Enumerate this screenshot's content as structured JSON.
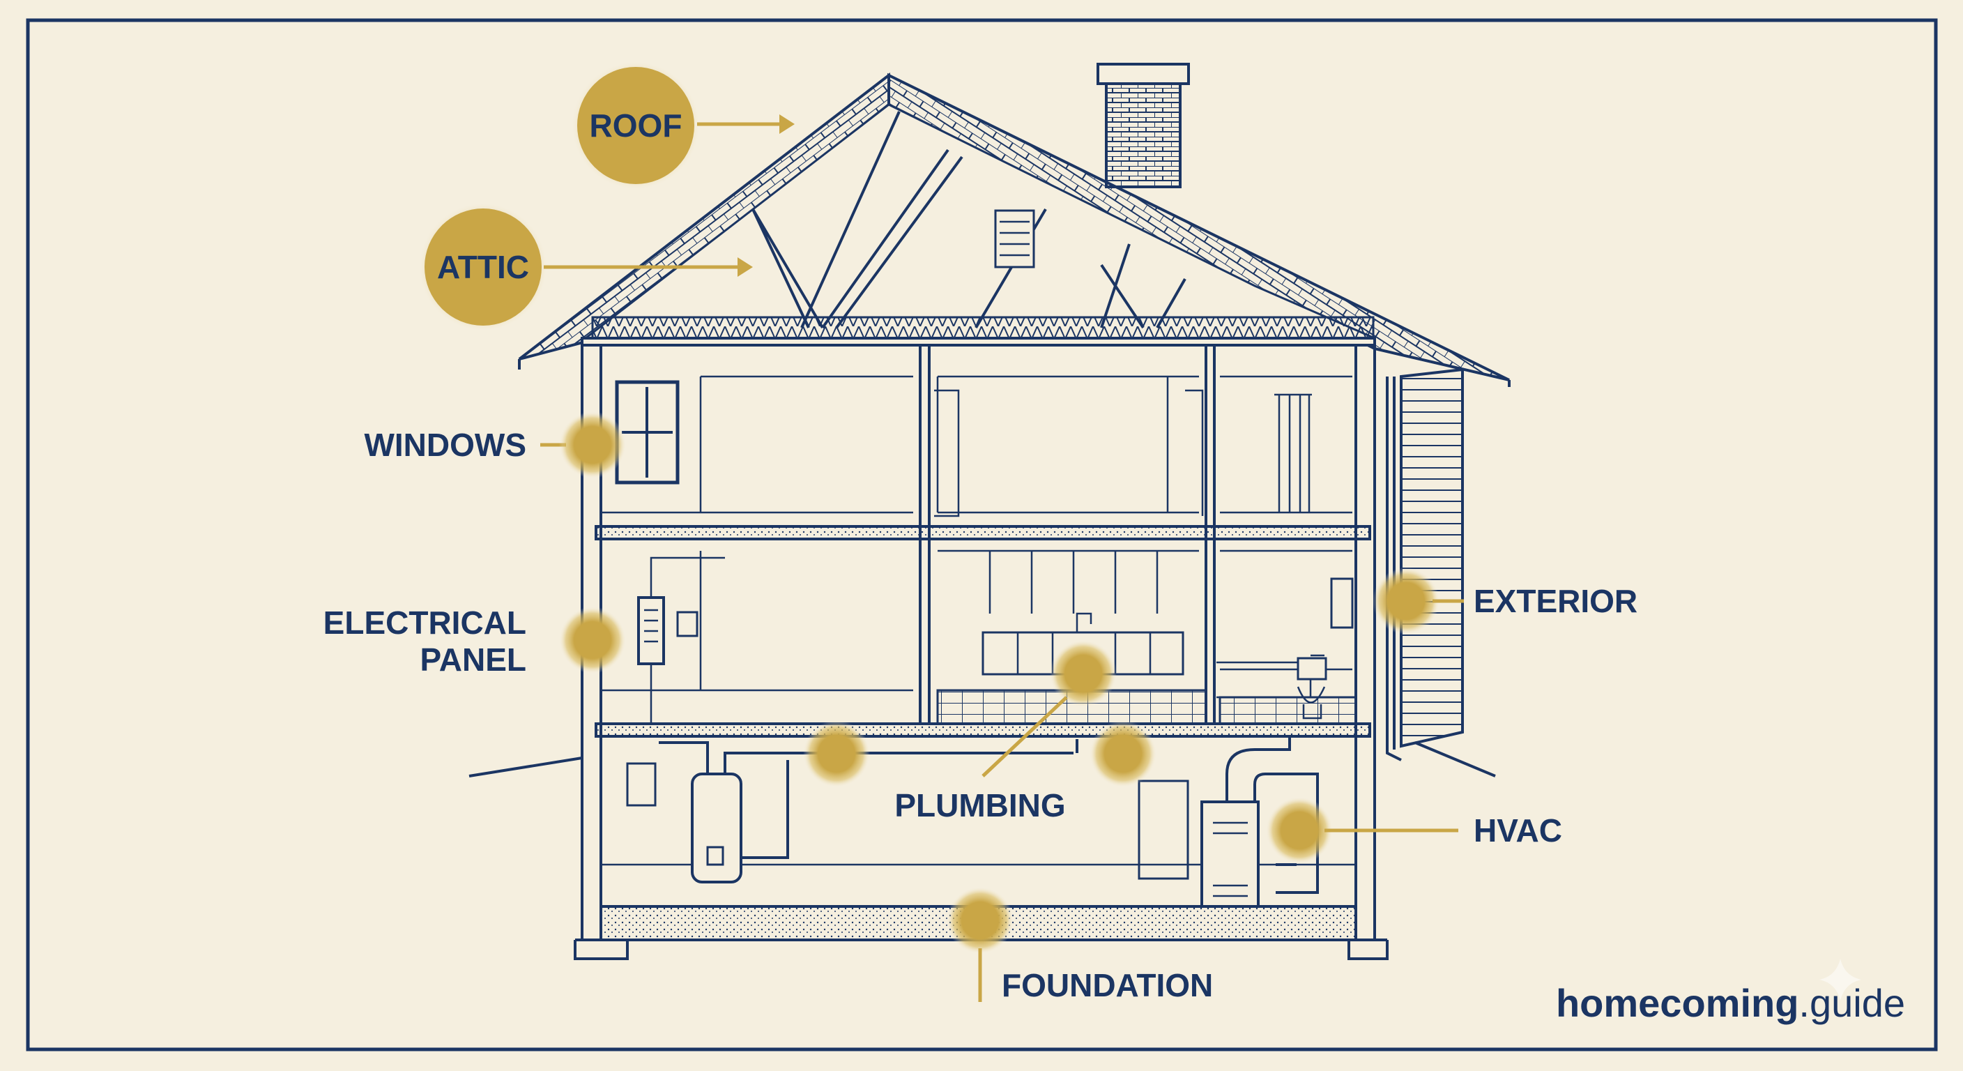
{
  "title": "Home inspection areas diagram",
  "colors": {
    "background": "#f5efdf",
    "ink": "#1b3563",
    "accent": "#c9a646"
  },
  "labels": {
    "roof": "ROOF",
    "attic": "ATTIC",
    "windows": "WINDOWS",
    "electrical_line1": "ELECTRICAL",
    "electrical_line2": "PANEL",
    "exterior": "EXTERIOR",
    "plumbing": "PLUMBING",
    "hvac": "HVAC",
    "foundation": "FOUNDATION"
  },
  "logo": {
    "brand": "homecoming",
    "suffix": ".guide"
  }
}
